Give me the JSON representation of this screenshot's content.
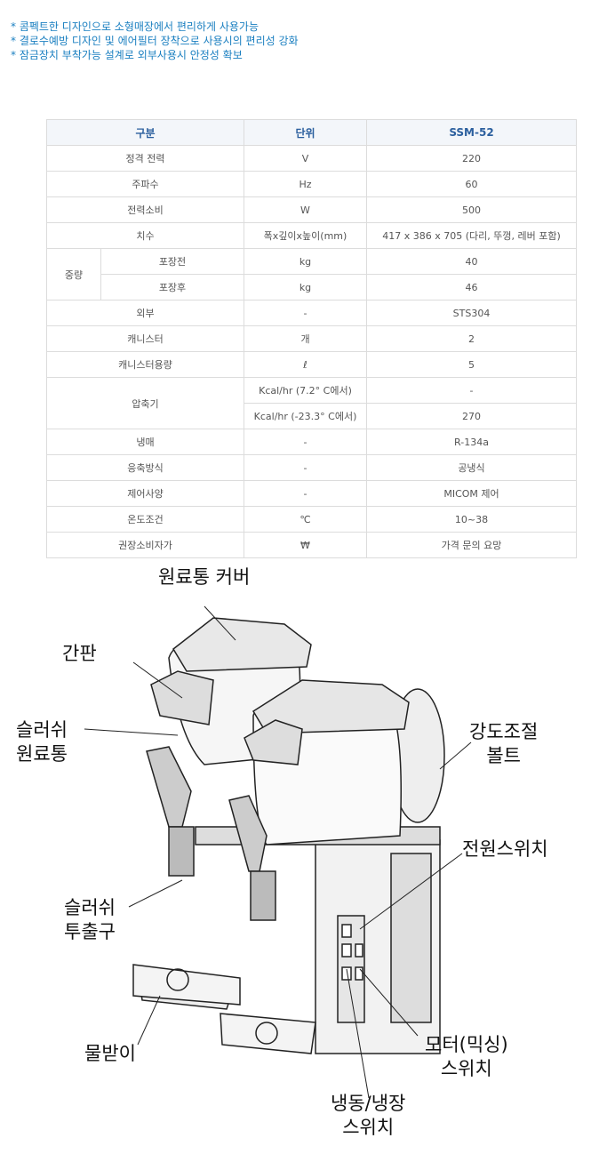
{
  "features": [
    "* 콤펙트한 디자인으로 소형매장에서 편리하게 사용가능",
    "* 결로수예방 디자인 및 에어필터 장착으로 사용시의 편리성 강화",
    "* 잠금장치 부착가능 설계로 외부사용시 안정성 확보"
  ],
  "table": {
    "headers": [
      "구분",
      "단위",
      "SSM-52"
    ],
    "rows": [
      {
        "label": "정격 전력",
        "unit": "V",
        "value": "220"
      },
      {
        "label": "주파수",
        "unit": "Hz",
        "value": "60"
      },
      {
        "label": "전력소비",
        "unit": "W",
        "value": "500"
      },
      {
        "label": "치수",
        "unit": "폭x깊이x높이(mm)",
        "value": "417 x 386 x 705 (다리, 뚜껑, 레버 포함)"
      }
    ],
    "weight": {
      "label": "중량",
      "sub": [
        {
          "label": "포장전",
          "unit": "kg",
          "value": "40"
        },
        {
          "label": "포장후",
          "unit": "kg",
          "value": "46"
        }
      ]
    },
    "rows2": [
      {
        "label": "외부",
        "unit": "-",
        "value": "STS304"
      },
      {
        "label": "캐니스터",
        "unit": "개",
        "value": "2"
      },
      {
        "label": "캐니스터용량",
        "unit": "ℓ",
        "value": "5"
      }
    ],
    "compressor": {
      "label": "압축기",
      "sub": [
        {
          "unit": "Kcal/hr (7.2° C에서)",
          "value": "-"
        },
        {
          "unit": "Kcal/hr (-23.3° C에서)",
          "value": "270"
        }
      ]
    },
    "rows3": [
      {
        "label": "냉매",
        "unit": "-",
        "value": "R-134a"
      },
      {
        "label": "응축방식",
        "unit": "-",
        "value": "공냉식"
      },
      {
        "label": "제어사양",
        "unit": "-",
        "value": "MICOM 제어"
      },
      {
        "label": "온도조건",
        "unit": "℃",
        "value": "10~38"
      },
      {
        "label": "권장소비자가",
        "unit": "₩",
        "value": "가격 문의 요망"
      }
    ]
  },
  "diagram": {
    "cover": "원료통 커버",
    "sign": "간판",
    "tank1": "슬러쉬",
    "tank2": "원료통",
    "bolt1": "강도조절",
    "bolt2": "볼트",
    "power": "전원스위치",
    "spout1": "슬러쉬",
    "spout2": "투출구",
    "tray": "물받이",
    "motor1": "모터(믹싱)",
    "motor2": "스위치",
    "freeze1": "냉동/냉장",
    "freeze2": "스위치"
  }
}
